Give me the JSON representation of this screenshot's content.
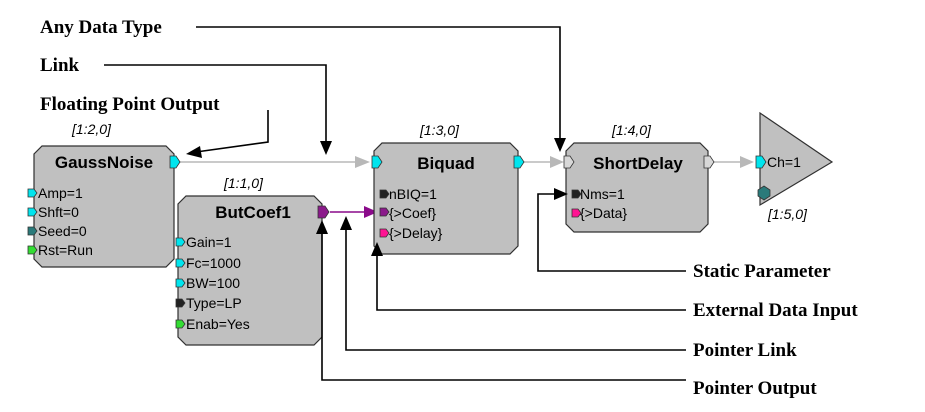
{
  "callouts": {
    "any_data_type": "Any Data Type",
    "link": "Link",
    "floating_point_output": "Floating Point Output",
    "static_parameter": "Static Parameter",
    "external_data_input": "External Data Input",
    "pointer_link": "Pointer Link",
    "pointer_output": "Pointer Output"
  },
  "blocks": {
    "gaussnoise": {
      "index": "[1:2,0]",
      "title": "GaussNoise",
      "params": [
        "Amp=1",
        "Shft=0",
        "Seed=0",
        "Rst=Run"
      ]
    },
    "butcoef1": {
      "index": "[1:1,0]",
      "title": "ButCoef1",
      "params": [
        "Gain=1",
        "Fc=1000",
        "BW=100",
        "Type=LP",
        "Enab=Yes"
      ]
    },
    "biquad": {
      "index": "[1:3,0]",
      "title": "Biquad",
      "params": [
        "nBIQ=1",
        "{>Coef}",
        "{>Delay}"
      ]
    },
    "shortdelay": {
      "index": "[1:4,0]",
      "title": "ShortDelay",
      "params": [
        "Nms=1",
        "{>Data}"
      ]
    },
    "output": {
      "index": "[1:5,0]",
      "channel": "Ch=1"
    }
  },
  "colors": {
    "float_port": "#00e5ee",
    "pointer_port": "#8b1a8b",
    "data_port": "#ff1493",
    "static_port": "#222222",
    "any_port": "#d8d8d8",
    "enable_port": "#33dd33",
    "seed_port": "#2a7a7a"
  }
}
